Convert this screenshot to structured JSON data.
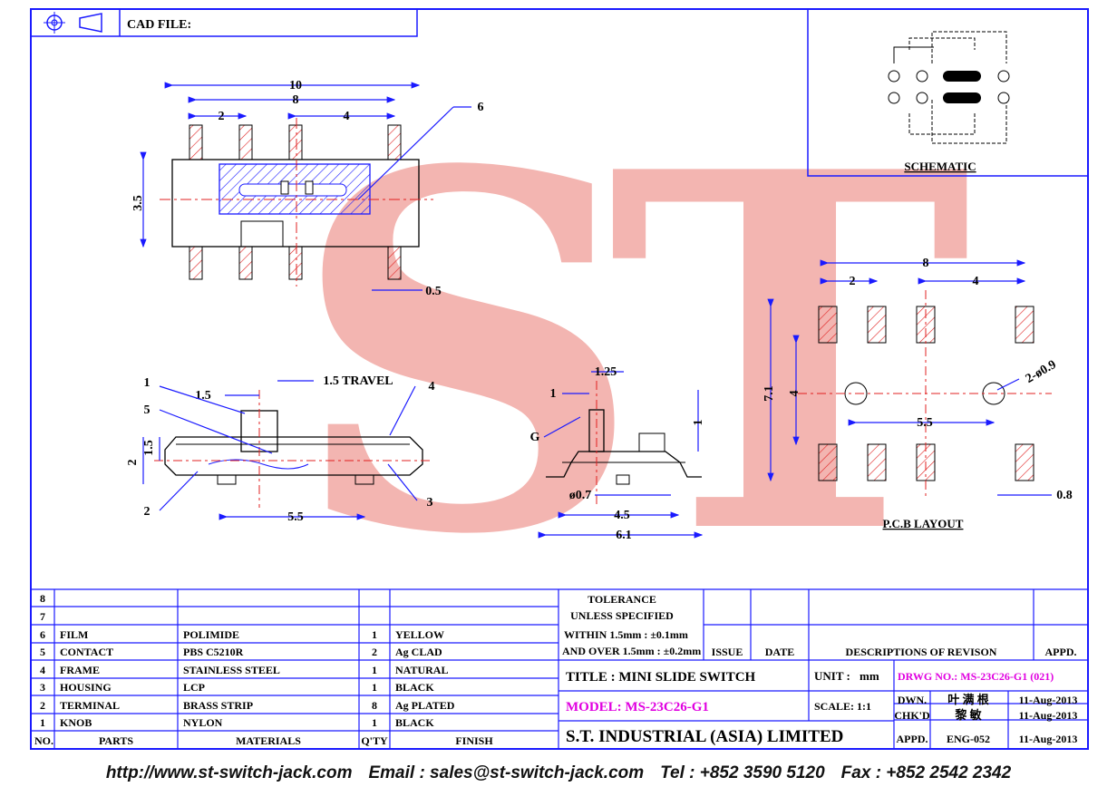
{
  "header": {
    "cad_label": "CAD FILE:"
  },
  "top_view": {
    "dims": {
      "overall": "10",
      "span": "8",
      "pitch": "2",
      "gap": "4",
      "height": "3.5",
      "lead": "0.5"
    },
    "callout": "6"
  },
  "side_view": {
    "dims": {
      "knob": "1.5",
      "travel": "1.5 TRAVEL",
      "h1": "1.5",
      "h2": "2",
      "base": "5.5"
    },
    "callouts": {
      "c1": "1",
      "c2": "2",
      "c3": "3",
      "c4": "4",
      "c5": "5"
    }
  },
  "end_view": {
    "dims": {
      "d1": "1.25",
      "left": "1",
      "g": "G",
      "right": "1",
      "hole": "ø0.7",
      "w1": "4.5",
      "w2": "6.1"
    }
  },
  "schematic": {
    "label": "SCHEMATIC"
  },
  "pcb": {
    "label": "P.C.B LAYOUT",
    "dims": {
      "span": "8",
      "pitch": "2",
      "gap": "4",
      "height": "7.1",
      "inner": "4",
      "hole_span": "5.5",
      "holes": "2-ø0.9",
      "pad": "0.8"
    }
  },
  "watermark": "ST",
  "parts": [
    {
      "no": "8",
      "part": "",
      "material": "",
      "qty": "",
      "finish": ""
    },
    {
      "no": "7",
      "part": "",
      "material": "",
      "qty": "",
      "finish": ""
    },
    {
      "no": "6",
      "part": "FILM",
      "material": "POLIMIDE",
      "qty": "1",
      "finish": "YELLOW"
    },
    {
      "no": "5",
      "part": "CONTACT",
      "material": "PBS C5210R",
      "qty": "2",
      "finish": "Ag CLAD"
    },
    {
      "no": "4",
      "part": "FRAME",
      "material": "STAINLESS STEEL",
      "qty": "1",
      "finish": "NATURAL"
    },
    {
      "no": "3",
      "part": "HOUSING",
      "material": "LCP",
      "qty": "1",
      "finish": "BLACK"
    },
    {
      "no": "2",
      "part": "TERMINAL",
      "material": "BRASS STRIP",
      "qty": "8",
      "finish": "Ag PLATED"
    },
    {
      "no": "1",
      "part": "KNOB",
      "material": "NYLON",
      "qty": "1",
      "finish": "BLACK"
    }
  ],
  "parts_header": {
    "no": "NO.",
    "part": "PARTS",
    "material": "MATERIALS",
    "qty": "Q'TY",
    "finish": "FINISH"
  },
  "tolerance": {
    "line1": "TOLERANCE",
    "line2": "UNLESS  SPECIFIED",
    "line3": "WITHIN  1.5mm : ±0.1mm",
    "line4": "AND  OVER 1.5mm : ±0.2mm"
  },
  "revision_header": {
    "issue": "ISSUE",
    "date": "DATE",
    "desc": "DESCRIPTIONS  OF  REVISON",
    "appd": "APPD."
  },
  "title_block": {
    "title": "TITLE : MINI SLIDE SWITCH",
    "unit_label": "UNIT :",
    "unit": "mm",
    "drwg": "DRWG NO.: MS-23C26-G1 (021)",
    "model": "MODEL: MS-23C26-G1",
    "scale": "SCALE:  1:1",
    "company": "S.T.  INDUSTRIAL  (ASIA)  LIMITED",
    "dwn_label": "DWN.",
    "dwn_name": "叶 满 根",
    "dwn_date": "11-Aug-2013",
    "chk_label": "CHK'D",
    "chk_name": "黎 敏",
    "chk_date": "11-Aug-2013",
    "appd_label": "APPD.",
    "appd_name": "ENG-052",
    "appd_date": "11-Aug-2013"
  },
  "colors": {
    "frame": "#1a1aff",
    "center": "#e02020",
    "magenta": "#e000e0",
    "watermark": "#f2a9a4"
  },
  "footer": {
    "url": "http://www.st-switch-jack.com",
    "email": "Email : sales@st-switch-jack.com",
    "tel": "Tel : +852 3590 5120",
    "fax": "Fax : +852 2542 2342"
  }
}
